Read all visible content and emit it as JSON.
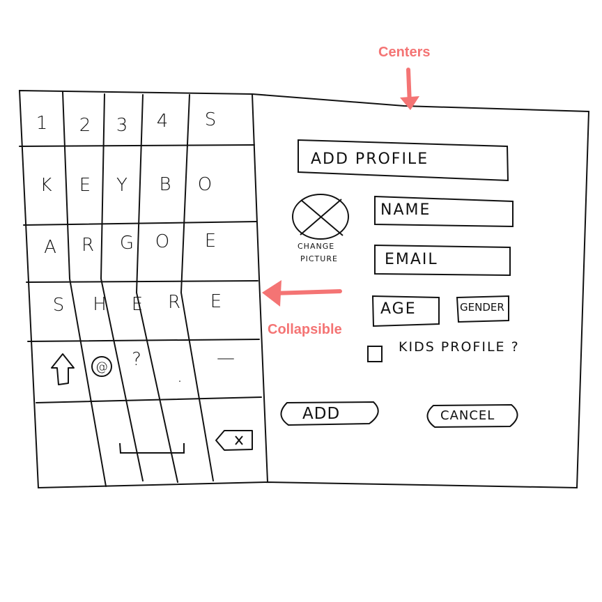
{
  "annotations": {
    "centers": "Centers",
    "collapsible": "Collapsible",
    "color": "#f47474"
  },
  "keyboard": {
    "rows": [
      [
        "1",
        "2",
        "3",
        "4",
        "S"
      ],
      [
        "K",
        "E",
        "Y",
        "B",
        "O"
      ],
      [
        "A",
        "R",
        "G",
        "O",
        "E"
      ],
      [
        "S",
        "H",
        "E",
        "R",
        "E"
      ],
      [
        "⇧",
        "@",
        "?",
        ".",
        "—"
      ]
    ],
    "shift_icon": "shift-arrow-icon",
    "space_icon": "space-bar-icon",
    "backspace_icon": "backspace-icon"
  },
  "form": {
    "title": "ADD PROFILE",
    "avatar_icon": "image-placeholder-icon",
    "change_picture_line1": "CHANGE",
    "change_picture_line2": "PICTURE",
    "name_label": "NAME",
    "email_label": "EMAIL",
    "age_label": "AGE",
    "gender_label": "GENDER",
    "kids_profile_label": "KIDS PROFILE ?",
    "kids_profile_checked": false,
    "add_button": "ADD",
    "cancel_button": "CANCEL"
  }
}
